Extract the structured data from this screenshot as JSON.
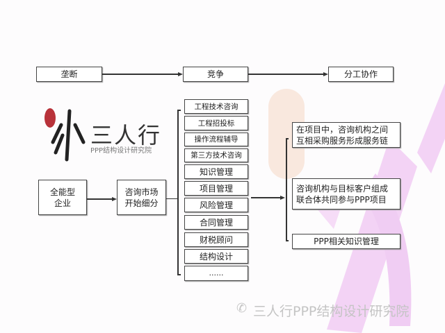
{
  "top_row": [
    "垄断",
    "竞争",
    "分工协作"
  ],
  "left_column": {
    "start": "全能型\n企业",
    "middle": "咨询市场\n开始细分"
  },
  "services": [
    "工程技术咨询",
    "工程招投标",
    "操作流程辅导",
    "第三方技术咨询",
    "知识管理",
    "项目管理",
    "风险管理",
    "合同管理",
    "财税顾问",
    "结构设计",
    "……"
  ],
  "outcomes": [
    "在项目中，咨询机构之间\n互相采购服务形成服务链",
    "咨询机构与目标客户组成\n联合体共同参与PPP项目",
    "PPP相关知识管理"
  ],
  "logo": {
    "name": "三人行",
    "subtitle": "PPP结构设计研究院"
  },
  "watermark": "三人行PPP结构设计研究院",
  "colors": {
    "accent_pink": "#e9b6ee",
    "accent_orange": "#f5d7c6"
  }
}
